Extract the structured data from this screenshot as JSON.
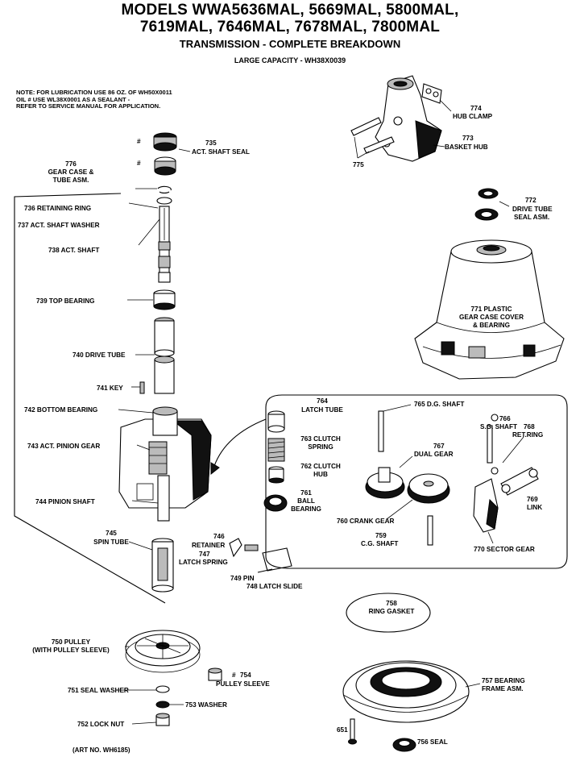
{
  "header": {
    "title_line1": "MODELS WWA5636MAL, 5669MAL, 5800MAL,",
    "title_line2": "7619MAL, 7646MAL, 7678MAL, 7800MAL",
    "subtitle": "TRANSMISSION - COMPLETE BREAKDOWN",
    "capacity": "LARGE CAPACITY - WH38X0039"
  },
  "note": {
    "line1": "NOTE: FOR LUBRICATION USE 86 OZ. OF WH50X0011",
    "line2": "OIL  # USE WL38X0001 AS A SEALANT -",
    "line3": "REFER TO SERVICE MANUAL FOR APPLICATION."
  },
  "parts": {
    "p735": "735",
    "p735_name": "ACT. SHAFT SEAL",
    "p736_gear_num": "776",
    "p736_gear_l1": "GEAR CASE &",
    "p736_gear_l2": "TUBE ASM.",
    "p736": "736 RETAINING RING",
    "p737": "737  ACT. SHAFT WASHER",
    "p738": "738 ACT. SHAFT",
    "p739": "739 TOP BEARING",
    "p740": "740 DRIVE TUBE",
    "p741": "741 KEY",
    "p742": "742 BOTTOM BEARING",
    "p743": "743 ACT. PINION GEAR",
    "p744": "744 PINION SHAFT",
    "p745_num": "745",
    "p745_name": "SPIN TUBE",
    "p746_num": "746",
    "p746_name": "RETAINER",
    "p747_num": "747",
    "p747_name": "LATCH SPRING",
    "p749": "749 PIN",
    "p748": "748 LATCH SLIDE",
    "p750_num": "750 PULLEY",
    "p750_name": "(WITH PULLEY SLEEVE)",
    "p751": "751 SEAL WASHER",
    "p753": "753 WASHER",
    "p752": "752 LOCK NUT",
    "p754_num": "754",
    "p754_name": "PULLEY SLEEVE",
    "p774_num": "774",
    "p774_name": "HUB CLAMP",
    "p773_num": "773",
    "p773_name": "BASKET HUB",
    "p775": "775",
    "p772_num": "772",
    "p772_l1": "DRIVE TUBE",
    "p772_l2": "SEAL ASM.",
    "p771_l1": "771 PLASTIC",
    "p771_l2": "GEAR CASE COVER",
    "p771_l3": "& BEARING",
    "p764_num": "764",
    "p764_name": "LATCH TUBE",
    "p765": "765 D.G. SHAFT",
    "p766_num": "766",
    "p766_name": "S.G. SHAFT",
    "p768_num": "768",
    "p768_name": "RET.RING",
    "p763_l1": "763 CLUTCH",
    "p763_l2": "SPRING",
    "p767_num": "767",
    "p767_name": "DUAL GEAR",
    "p762_l1": "762 CLUTCH",
    "p762_l2": "HUB",
    "p761_num": "761",
    "p761_l1": "BALL",
    "p761_l2": "BEARING",
    "p769_num": "769",
    "p769_name": "LINK",
    "p760": "760 CRANK GEAR",
    "p759_num": "759",
    "p759_name": "C.G. SHAFT",
    "p770": "770 SECTOR GEAR",
    "p758_num": "758",
    "p758_name": "RING GASKET",
    "p757_num": "757 BEARING",
    "p757_name": "FRAME ASM.",
    "p651": "651",
    "p756": "756 SEAL",
    "hash": "#"
  },
  "footer": {
    "art_no": "(ART NO. WH6185)"
  }
}
